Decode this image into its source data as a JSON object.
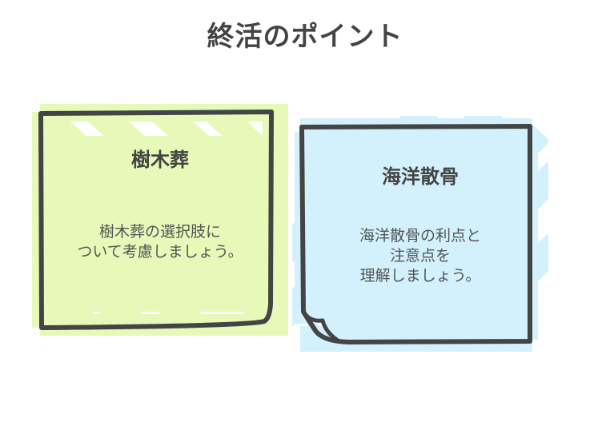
{
  "title": "終活のポイント",
  "colors": {
    "text": "#444444",
    "border": "#444444",
    "card1_fill": "#e6f9b8",
    "card2_fill": "#d2f1fc",
    "background": "#ffffff"
  },
  "cards": [
    {
      "title": "樹木葬",
      "body_lines": [
        "樹木葬の選択肢に",
        "ついて考慮しましょう。"
      ]
    },
    {
      "title": "海洋散骨",
      "body_lines": [
        "海洋散骨の利点と",
        "注意点を",
        "理解しましょう。"
      ]
    }
  ]
}
